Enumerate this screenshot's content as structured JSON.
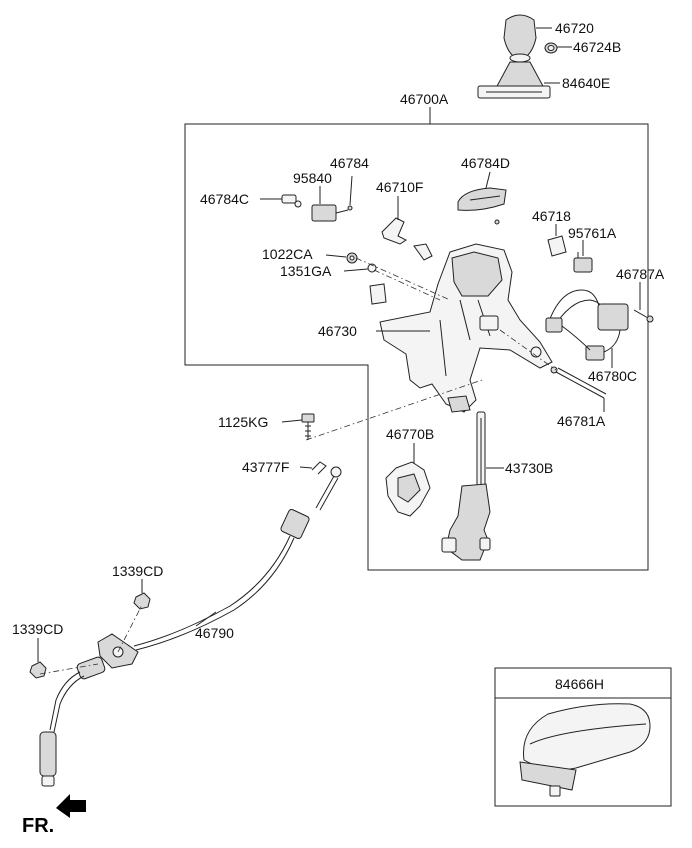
{
  "parts": {
    "p46720": "46720",
    "p46724B": "46724B",
    "p84640E": "84640E",
    "p46700A": "46700A",
    "p46784": "46784",
    "p95840": "95840",
    "p46784C": "46784C",
    "p46710F": "46710F",
    "p46784D": "46784D",
    "p46718": "46718",
    "p95761A": "95761A",
    "p46787A": "46787A",
    "p1022CA": "1022CA",
    "p1351GA": "1351GA",
    "p46730": "46730",
    "p46780C": "46780C",
    "p46781A": "46781A",
    "p1125KG": "1125KG",
    "p46770B": "46770B",
    "p43777F": "43777F",
    "p43730B": "43730B",
    "p1339CD_a": "1339CD",
    "p1339CD_b": "1339CD",
    "p46790": "46790",
    "p84666H": "84666H"
  },
  "direction": {
    "label": "FR."
  }
}
